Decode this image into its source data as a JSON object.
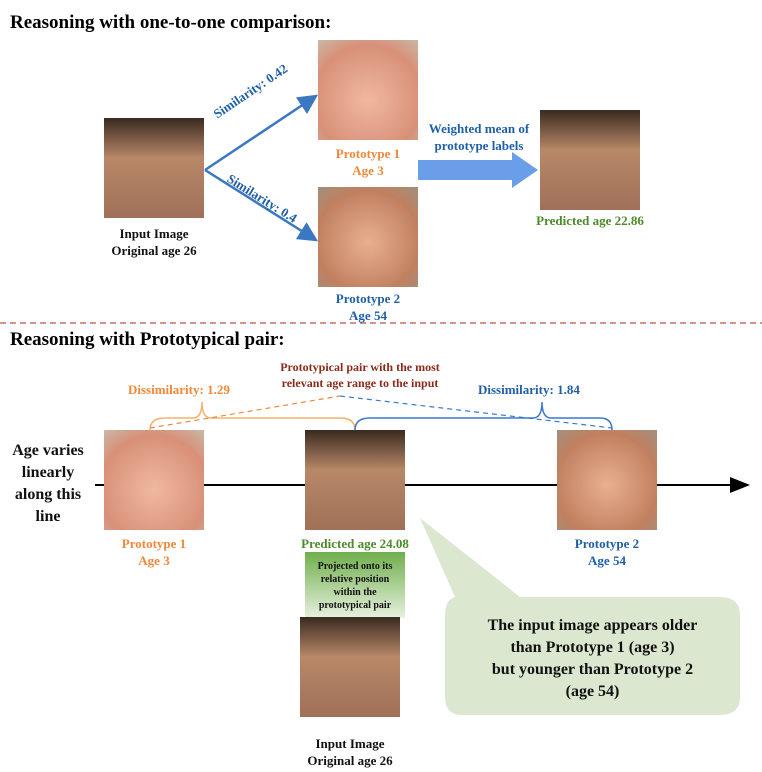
{
  "section1": {
    "title": "Reasoning with one-to-one comparison:",
    "input_label": "Input Image",
    "input_age": "Original age 26",
    "sim1": "Similarity: 0.42",
    "sim2": "Similarity: 0.4",
    "proto1_label": "Prototype 1",
    "proto1_age": "Age 3",
    "proto2_label": "Prototype 2",
    "proto2_age": "Age 54",
    "weighted_line1": "Weighted mean of",
    "weighted_line2": "prototype labels",
    "predicted": "Predicted age 22.86"
  },
  "section2": {
    "title": "Reasoning with Prototypical pair:",
    "pair_line1": "Prototypical pair with the most",
    "pair_line2": "relevant age range to the input",
    "dis1": "Dissimilarity: 1.29",
    "dis2": "Dissimilarity: 1.84",
    "axis_lines": [
      "Age varies",
      "linearly",
      "along this",
      "line"
    ],
    "proto1_label": "Prototype 1",
    "proto1_age": "Age 3",
    "proto2_label": "Prototype 2",
    "proto2_age": "Age 54",
    "predicted": "Predicted age 24.08",
    "proj_lines": [
      "Projected onto its",
      "relative position",
      "within the",
      "prototypical pair"
    ],
    "input_label": "Input Image",
    "input_age": "Original age 26",
    "callout_lines": [
      "The input image appears older",
      "than Prototype 1 (age 3)",
      "but younger than Prototype 2",
      "(age 54)"
    ]
  },
  "colors": {
    "orange": "#f0883a",
    "blue": "#1f5fa8",
    "green": "#4c8a2a",
    "divider": "#c07060",
    "arrow": "#6a9ee8",
    "callout": "#dbe8cf"
  }
}
